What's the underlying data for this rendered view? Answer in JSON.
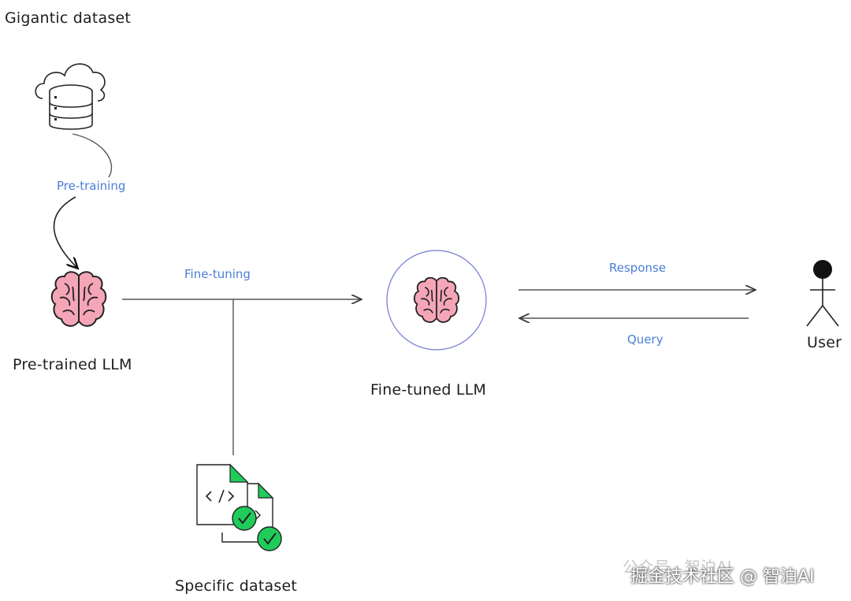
{
  "nodes": {
    "gigantic_dataset": "Gigantic dataset",
    "pretrained_llm": "Pre-trained LLM",
    "finetuned_llm": "Fine-tuned LLM",
    "specific_dataset": "Specific dataset",
    "user": "User"
  },
  "edges": {
    "pretraining": "Pre-training",
    "finetuning": "Fine-tuning",
    "response": "Response",
    "query": "Query"
  },
  "watermark": {
    "primary": "掘金技术社区 @ 智泊AI",
    "secondary": "公众号 · 智泊AI"
  },
  "colors": {
    "edge_label": "#4a7fd6",
    "brain": "#f4a6b7",
    "check": "#1fcc5a",
    "circle": "#6f7ad0"
  }
}
